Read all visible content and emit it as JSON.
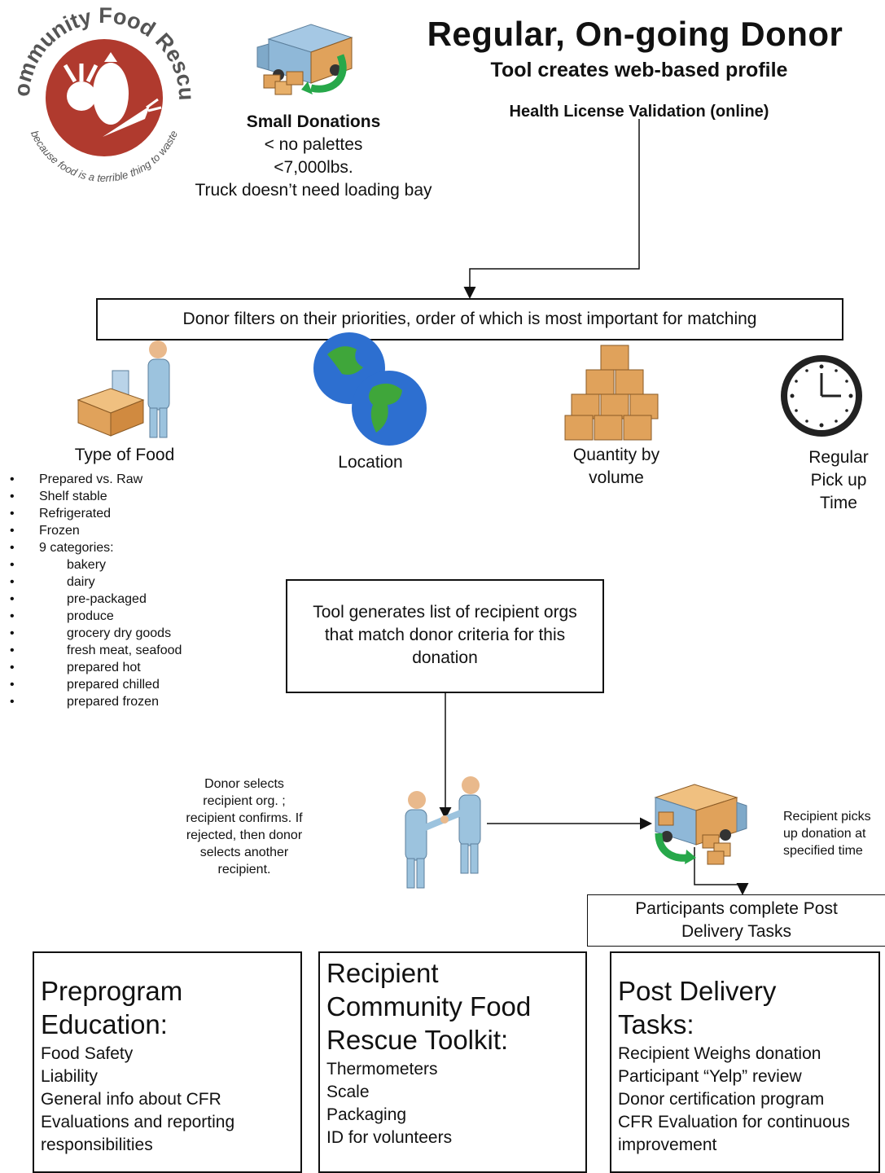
{
  "logo": {
    "name": "Community Food Rescue",
    "tagline": "because food is a terrible thing to waste"
  },
  "header": {
    "title": "Regular, On-going Donor",
    "subtitle": "Tool creates web-based profile",
    "health_license": "Health License Validation (online)"
  },
  "small_donations": {
    "heading": "Small Donations",
    "lines": [
      "< no palettes",
      "<7,000lbs.",
      "Truck doesn’t need loading bay"
    ]
  },
  "filter_box": "Donor filters on their priorities, order of which is most important for matching",
  "criteria": {
    "type_of_food": "Type of Food",
    "location": "Location",
    "quantity": [
      "Quantity by",
      "volume"
    ],
    "pickup": [
      "Regular",
      "Pick up",
      "Time"
    ]
  },
  "food_list": [
    {
      "text": "Prepared vs. Raw",
      "level": 0
    },
    {
      "text": "Shelf stable",
      "level": 0
    },
    {
      "text": "Refrigerated",
      "level": 0
    },
    {
      "text": "Frozen",
      "level": 0
    },
    {
      "text": "9 categories:",
      "level": 0
    },
    {
      "text": "bakery",
      "level": 1
    },
    {
      "text": "dairy",
      "level": 1
    },
    {
      "text": "pre-packaged",
      "level": 1
    },
    {
      "text": "produce",
      "level": 1
    },
    {
      "text": "grocery dry goods",
      "level": 1
    },
    {
      "text": "fresh meat, seafood",
      "level": 1
    },
    {
      "text": "prepared hot",
      "level": 1
    },
    {
      "text": "prepared chilled",
      "level": 1
    },
    {
      "text": "prepared frozen",
      "level": 1
    }
  ],
  "generate_box": [
    "Tool generates list of recipient orgs",
    "that match donor criteria for this",
    "donation"
  ],
  "donor_selects": [
    "Donor selects",
    "recipient org. ;",
    "recipient confirms. If",
    "rejected, then donor",
    "selects another",
    "recipient."
  ],
  "recipient_picks": [
    "Recipient picks",
    "up donation at",
    "specified time"
  ],
  "post_delivery_header": [
    "Participants complete Post",
    "Delivery Tasks"
  ],
  "bottom_boxes": [
    {
      "title": [
        "Preprogram",
        "Education:"
      ],
      "items": [
        "Food Safety",
        "Liability",
        "General info about CFR",
        "Evaluations and reporting",
        "responsibilities"
      ]
    },
    {
      "title": [
        "Recipient",
        "Community Food",
        "Rescue Toolkit:"
      ],
      "items": [
        "Thermometers",
        "Scale",
        "Packaging",
        "ID for volunteers"
      ]
    },
    {
      "title": [
        "Post Delivery",
        "Tasks:"
      ],
      "items": [
        "Recipient Weighs donation",
        "Participant “Yelp” review",
        "Donor certification program",
        "CFR Evaluation for continuous",
        "improvement"
      ]
    }
  ],
  "colors": {
    "logo_red": "#b03a2e",
    "box_orange": "#e0a25b",
    "truck_blue": "#8fb8d8",
    "arrow_green": "#27a84a",
    "person_blue": "#9cc3de"
  }
}
